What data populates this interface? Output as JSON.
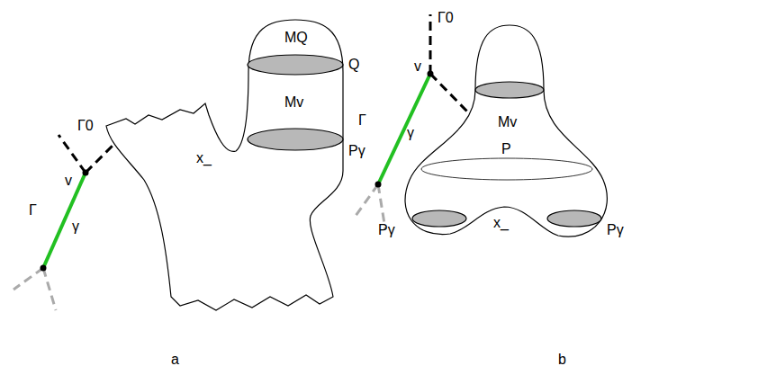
{
  "diagram": {
    "labels": [
      "Γ0",
      "v",
      "Γ",
      "γ",
      "MQ",
      "Q",
      "Mv",
      "Pγ",
      "x_",
      "a",
      "Γ0",
      "v",
      "Γ",
      "γ",
      "Mv",
      "P",
      "Pγ",
      "x_",
      "Pγ",
      "b"
    ]
  }
}
